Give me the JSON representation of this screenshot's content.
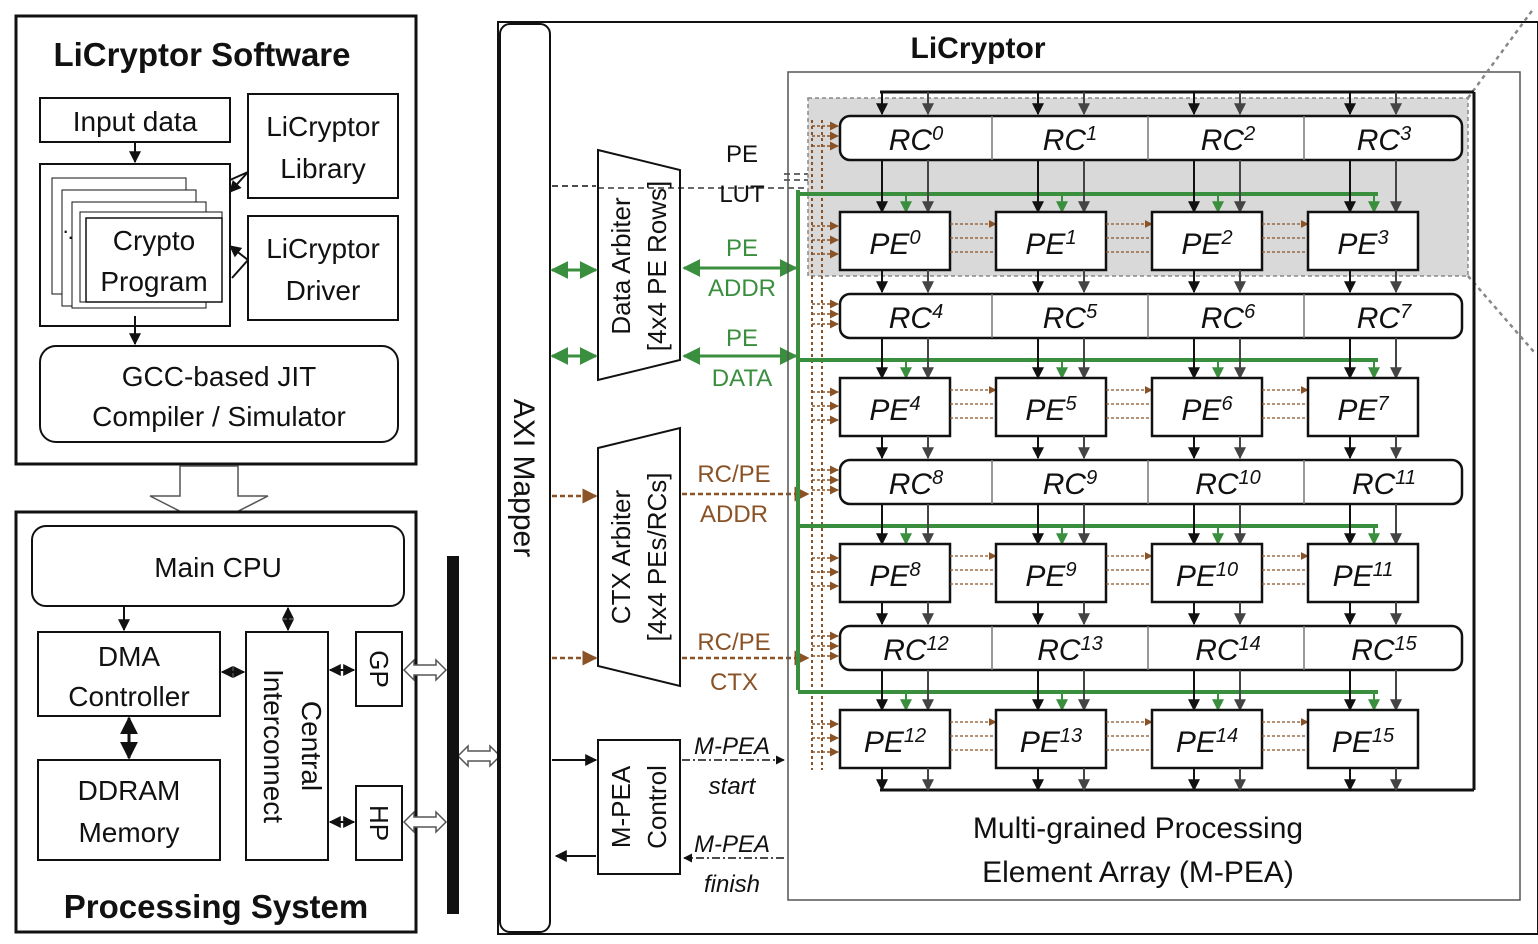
{
  "software": {
    "title": "LiCryptor Software",
    "input_data": "Input data",
    "program_line1": "Crypto",
    "program_line2": "Program",
    "library_line1": "LiCryptor",
    "library_line2": "Library",
    "driver_line1": "LiCryptor",
    "driver_line2": "Driver",
    "compiler_line1": "GCC-based JIT",
    "compiler_line2": "Compiler / Simulator"
  },
  "ps": {
    "title": "Processing System",
    "main_cpu": "Main CPU",
    "dma_line1": "DMA",
    "dma_line2": "Controller",
    "ddram_line1": "DDRAM",
    "ddram_line2": "Memory",
    "interconnect_line1": "Central",
    "interconnect_line2": "Interconnect",
    "gp": "GP",
    "hp": "HP"
  },
  "accel": {
    "title": "LiCryptor",
    "axi_mapper": "AXI Mapper",
    "data_arbiter_line1": "Data Arbiter",
    "data_arbiter_line2": "[4x4 PE Rows]",
    "ctx_arbiter_line1": "CTX Arbiter",
    "ctx_arbiter_line2": "[4x4 PEs/RCs]",
    "control_line1": "M-PEA",
    "control_line2": "Control",
    "pe_lut_1": "PE",
    "pe_lut_2": "LUT",
    "pe_addr_1": "PE",
    "pe_addr_2": "ADDR",
    "pe_data_1": "PE",
    "pe_data_2": "DATA",
    "rcpe_addr_1": "RC/PE",
    "rcpe_addr_2": "ADDR",
    "rcpe_ctx_1": "RC/PE",
    "rcpe_ctx_2": "CTX",
    "start_1": "M-PEA",
    "start_2": "start",
    "finish_1": "M-PEA",
    "finish_2": "finish",
    "mpea_line1": "Multi-grained Processing",
    "mpea_line2": "Element Array (M-PEA)"
  },
  "rc_labels": [
    [
      "RC",
      "0"
    ],
    [
      "RC",
      "1"
    ],
    [
      "RC",
      "2"
    ],
    [
      "RC",
      "3"
    ],
    [
      "RC",
      "4"
    ],
    [
      "RC",
      "5"
    ],
    [
      "RC",
      "6"
    ],
    [
      "RC",
      "7"
    ],
    [
      "RC",
      "8"
    ],
    [
      "RC",
      "9"
    ],
    [
      "RC",
      "10"
    ],
    [
      "RC",
      "11"
    ],
    [
      "RC",
      "12"
    ],
    [
      "RC",
      "13"
    ],
    [
      "RC",
      "14"
    ],
    [
      "RC",
      "15"
    ]
  ],
  "pe_labels": [
    [
      "PE",
      "0"
    ],
    [
      "PE",
      "1"
    ],
    [
      "PE",
      "2"
    ],
    [
      "PE",
      "3"
    ],
    [
      "PE",
      "4"
    ],
    [
      "PE",
      "5"
    ],
    [
      "PE",
      "6"
    ],
    [
      "PE",
      "7"
    ],
    [
      "PE",
      "8"
    ],
    [
      "PE",
      "9"
    ],
    [
      "PE",
      "10"
    ],
    [
      "PE",
      "11"
    ],
    [
      "PE",
      "12"
    ],
    [
      "PE",
      "13"
    ],
    [
      "PE",
      "14"
    ],
    [
      "PE",
      "15"
    ]
  ],
  "colors": {
    "green": "#3a8f3f",
    "brown": "#8a5225",
    "shade": "#d9d9d9"
  }
}
